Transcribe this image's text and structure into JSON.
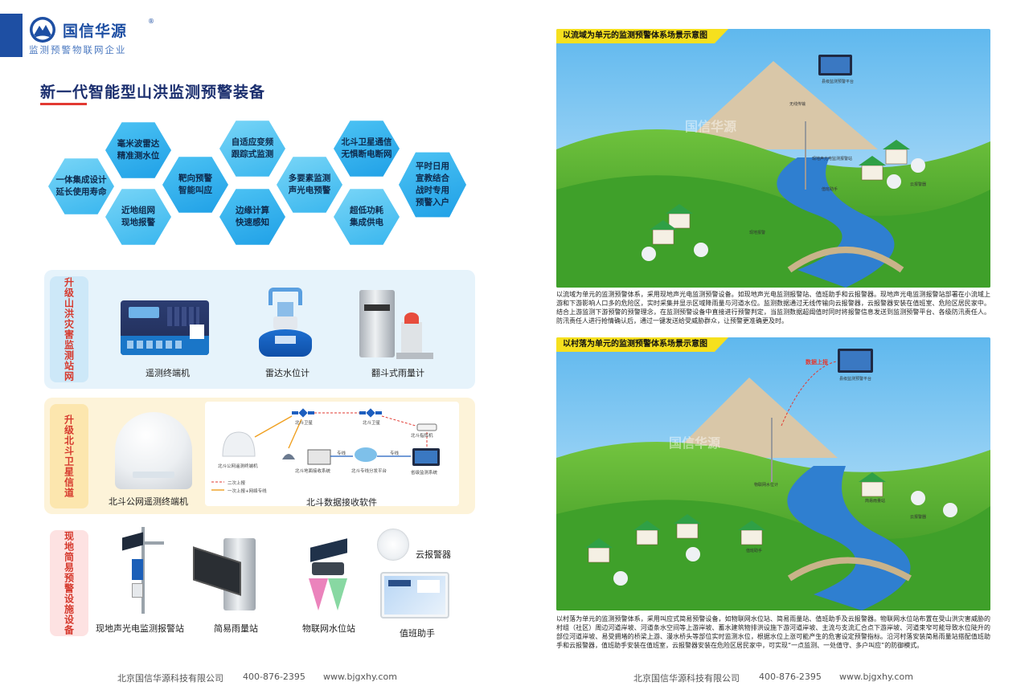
{
  "brand": {
    "name": "国信华源",
    "registered": "®",
    "slogan": "监测预警物联网企业"
  },
  "title": "新一代智能型山洪监测预警装备",
  "features": [
    "一体集成设计\n延长使用寿命",
    "毫米波雷达\n精准测水位",
    "近地组网\n现地报警",
    "靶向预警\n智能叫应",
    "自适应变频\n跟踪式监测",
    "边缘计算\n快速感知",
    "多要素监测\n声光电预警",
    "北斗卫星通信\n无惧断电断网",
    "超低功耗\n集成供电",
    "平时日用\n宣教结合\n战时专用\n预警入户"
  ],
  "section1": {
    "label": "升级山洪灾害监测站网",
    "devices": [
      "遥测终端机",
      "雷达水位计",
      "翻斗式雨量计"
    ]
  },
  "section2": {
    "label": "升级北斗卫星信道",
    "device": "北斗公网遥测终端机",
    "software": "北斗数据接收软件",
    "diagram": {
      "beidou_sat1": "北斗卫星",
      "beidou_sat2": "北斗卫星",
      "terminal": "北斗公网遥测终端机",
      "receiver": "北斗地面接收系统",
      "server": "北斗专线分发平台",
      "monitor": "省级监测系统",
      "router": "北斗指挥机",
      "link1": "专线",
      "link2": "专线",
      "legend1": "二次上报",
      "legend2": "一次上报+网络专线"
    }
  },
  "section3": {
    "label": "现地简易预警设施设备",
    "devices": [
      "现地声光电监测报警站",
      "简易雨量站",
      "物联网水位站",
      "云报警器",
      "值班助手"
    ]
  },
  "footer": {
    "company": "北京国信华源科技有限公司",
    "phone": "400-876-2395",
    "website": "www.bjgxhy.com"
  },
  "scene1": {
    "title": "以流域为单元的监测预警体系场景示意图",
    "watermark": "国信华源",
    "labels": {
      "platform": "县级监测预警平台",
      "station": "现地声光电监测报警站",
      "cloud": "云报警器",
      "wireless1": "无线传输",
      "wireless2": "现地报警",
      "duty": "值班助手"
    },
    "description": "以流域为单元的监测预警体系，采用现地声光电监测预警设备。如现地声光电监测报警站、值班助手和云报警器。现地声光电监测报警站部署在小流域上游和下游影响人口多的危险区，实时采集并显示区域降雨量与河道水位。监测数据通过无线传输向云报警器，云报警器安装在值班室、危险区居民家中。结合上游监测下游预警的预警理念，在监测预警设备中直接进行预警判定，当监测数据超阈值时同时将报警信息发送到监测预警平台、各级防汛责任人。防汛责任人进行抢情确认后，通过一键发送给受威胁群众，让预警更准确更及时。"
  },
  "scene2": {
    "title": "以村落为单元的监测预警体系场景示意图",
    "watermark": "国信华源",
    "labels": {
      "upload": "数据上报",
      "platform": "县级监测预警平台",
      "level": "物联网水位计",
      "rain": "简易雨量站",
      "duty": "值班助手",
      "cloud": "云报警器"
    },
    "description": "以村落为单元的监测预警体系，采用叫应式简易预警设备，如物联网水位站、简易雨量站、值班助手及云报警器。物联网水位站布置在受山洪灾害威胁的村组（社区）周边河道岸坡、河道条水空间等上游岸坡、蓄水建筑物排洪设施下游河道岸坡、主流与支流汇合点下游岸坡、河道束窄可能导致水位陡升的部位河道岸坡、易受拥堵的桥梁上游、漫水桥头等部位实时监测水位，根据水位上涨可能产生的危害设定预警指标。沿河村落安装简易雨量站搭配值班助手和云报警器，值班助手安装在值班室，云报警器安装在危险区居民家中，可实现“一点监测、一处值守、多户叫应”的防御模式。"
  }
}
